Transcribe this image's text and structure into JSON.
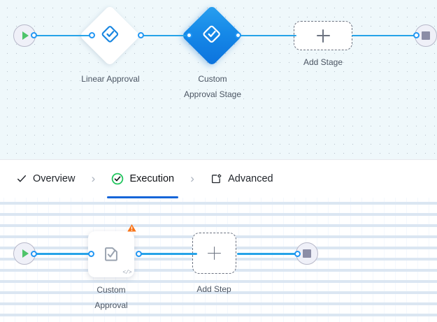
{
  "colors": {
    "edge": "#26a3e8",
    "port_ring": "#2196f3",
    "stage_active_blue": "#1689e8",
    "tab_underline": "#1565d8",
    "check_green": "#22c55e",
    "play_green": "#4ec46a",
    "stop_grey": "#8b8da6",
    "warning_orange": "#f97316",
    "label_text": "#4b5563",
    "stage_canvas_bg": "#eff8fb",
    "step_canvas_bg": "#ffffff"
  },
  "stage_canvas": {
    "name": "stage-designer-canvas",
    "start_node": {
      "icon": "play-icon",
      "label": ""
    },
    "end_node": {
      "icon": "stop-icon",
      "label": ""
    },
    "stages": [
      {
        "label": "Linear Approval",
        "icon": "approval-diamond-icon",
        "state": "inactive"
      },
      {
        "label": "Custom\nApproval Stage",
        "label_line1": "Custom",
        "label_line2": "Approval Stage",
        "icon": "approval-diamond-icon",
        "state": "selected"
      }
    ],
    "add_stage": {
      "label": "Add Stage",
      "icon": "plus-icon"
    }
  },
  "tabs": {
    "items": [
      {
        "id": "overview",
        "label": "Overview",
        "icon": "check-icon",
        "active": false
      },
      {
        "id": "execution",
        "label": "Execution",
        "icon": "check-circle-icon",
        "active": true
      },
      {
        "id": "advanced",
        "label": "Advanced",
        "icon": "settings-box-icon",
        "active": false
      }
    ],
    "separator": "›"
  },
  "step_canvas": {
    "name": "step-designer-canvas",
    "start_node": {
      "icon": "play-icon"
    },
    "end_node": {
      "icon": "stop-icon"
    },
    "steps": [
      {
        "label_line1": "Custom",
        "label_line2": "Approval",
        "icon": "task-check-icon",
        "warning_badge": "warning-triangle-icon",
        "code_badge": "</>"
      }
    ],
    "add_step": {
      "label": "Add Step",
      "icon": "plus-icon"
    }
  }
}
